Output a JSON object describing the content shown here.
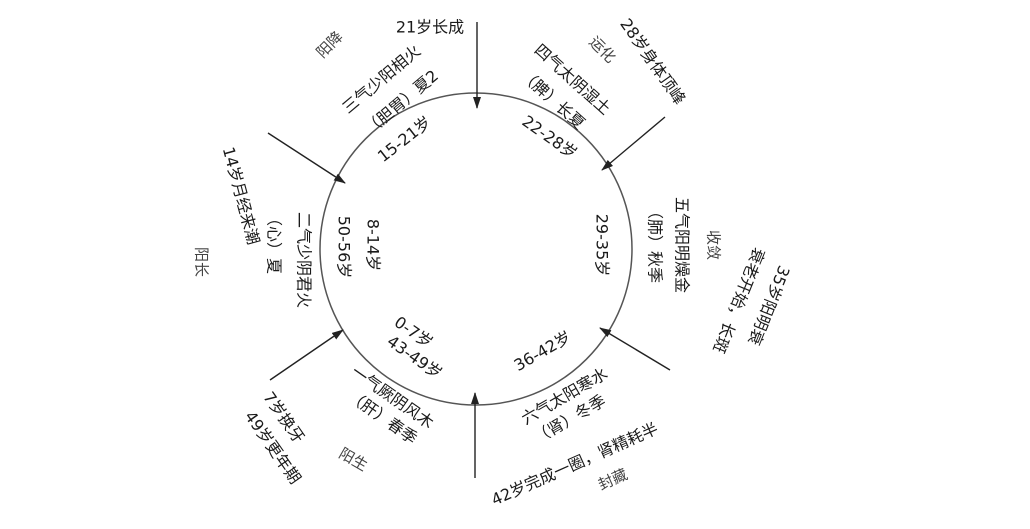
{
  "colors": {
    "text": "#1a1a1a",
    "secondary_text": "#444444",
    "ring": "#555555",
    "arrow": "#222222"
  },
  "milestones": {
    "top": "21岁长成",
    "upper_right": "28岁身体顶峰",
    "right_line1": "35岁阳明衰",
    "right_line2": "衰老开始，长斑",
    "bottom": "42岁完成一圈，肾精耗半",
    "lower_left_line1": "7岁换牙",
    "lower_left_line2": "49岁更年期",
    "upper_left": "14岁月经来潮"
  },
  "phases": {
    "yang_jiang": "阳降",
    "yun_hua": "运化",
    "shou_lian": "收敛",
    "feng_cang": "封藏",
    "yang_sheng": "阳生",
    "yang_zhang": "阳长"
  },
  "segments": [
    {
      "qi": "一气厥阴风木",
      "organ_season": "（肝）春季",
      "ages": [
        "0-7岁",
        "43-49岁"
      ]
    },
    {
      "qi": "二气少阴君火",
      "organ_season": "（心）夏",
      "ages": [
        "8-14岁",
        "50-56岁"
      ]
    },
    {
      "qi": "三气少阳相火",
      "organ_season": "（胆胃）夏2",
      "ages": [
        "15-21岁"
      ]
    },
    {
      "qi": "四气太阴湿土",
      "organ_season": "（脾）长夏",
      "ages": [
        "22-28岁"
      ]
    },
    {
      "qi": "五气阳明燥金",
      "organ_season": "（肺）秋季",
      "ages": [
        "29-35岁"
      ]
    },
    {
      "qi": "六气太阳寒水",
      "organ_season": "（肾）冬季",
      "ages": [
        "36-42岁"
      ]
    }
  ]
}
